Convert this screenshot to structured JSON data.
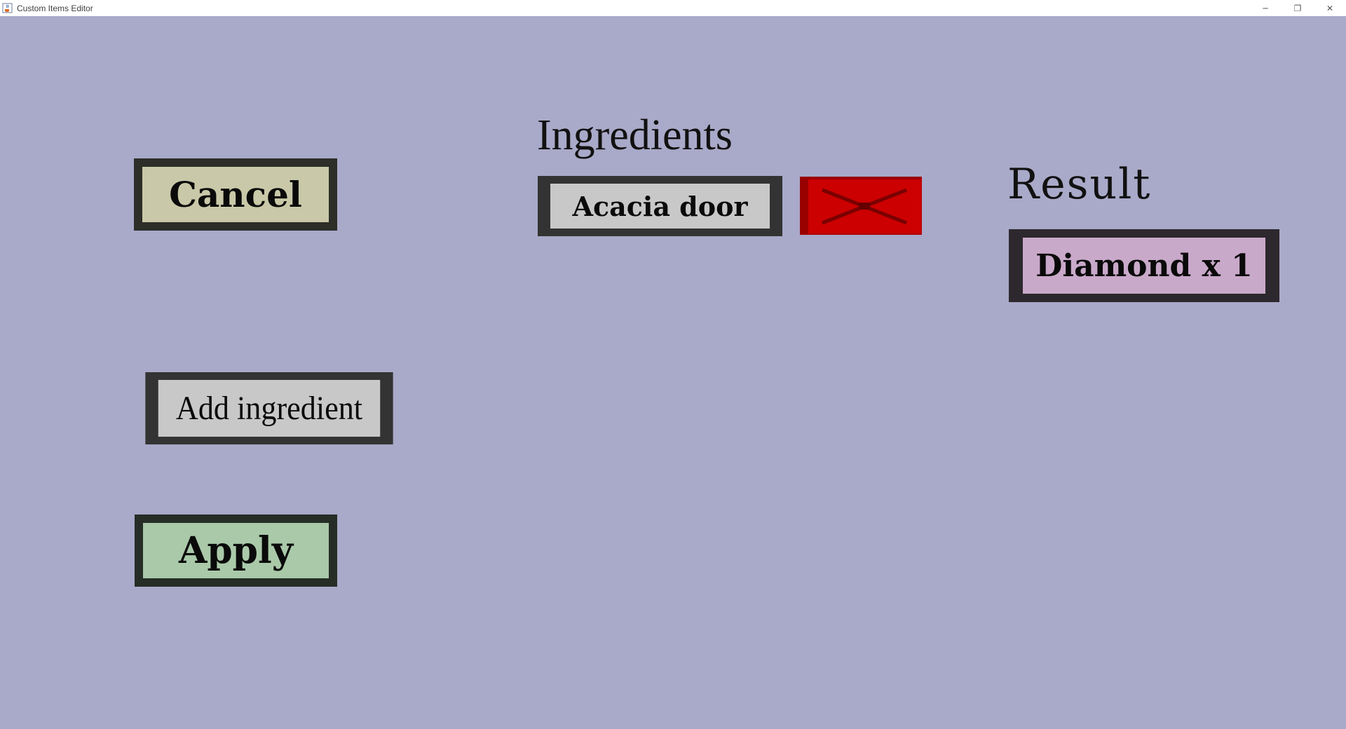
{
  "window": {
    "title": "Custom Items Editor",
    "controls": {
      "minimize": "─",
      "restore": "❐",
      "close": "✕"
    }
  },
  "editor": {
    "cancel_label": "Cancel",
    "add_ingredient_label": "Add ingredient",
    "apply_label": "Apply",
    "ingredients_title": "Ingredients",
    "ingredients": [
      {
        "label": "Acacia door"
      }
    ],
    "result_title": "Result",
    "result_label": "Diamond x 1"
  },
  "colors": {
    "background": "#a9a9c9",
    "cancel": "#c9c9a9",
    "apply": "#a9c9a9",
    "ingredient": "#c8c8c8",
    "result": "#c9a9c9",
    "remove": "#cc0000"
  },
  "icons": {
    "app": "java-cup-icon",
    "remove": "cross-icon"
  }
}
